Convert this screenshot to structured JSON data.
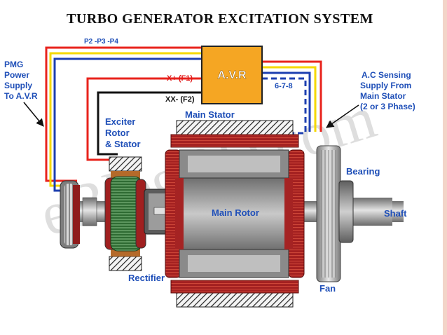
{
  "title": "TURBO  GENERATOR EXCITATION SYSTEM",
  "watermark": "eBlogBD.com",
  "avr": {
    "label": "A.V.R"
  },
  "wires": {
    "pmg_terminals": "P2 -P3 -P4",
    "field_plus": "X+ (F1)",
    "field_minus": "XX- (F2)",
    "sensing_terminals": "6-7-8"
  },
  "labels": {
    "pmg": [
      "PMG",
      "Power",
      "Supply",
      "To A.V.R"
    ],
    "ac_sensing": [
      "A.C Sensing",
      "Supply From",
      "Main Stator",
      "(2 or 3 Phase)"
    ],
    "exciter": [
      "Exciter",
      "Rotor",
      "& Stator"
    ],
    "main_stator": "Main Stator",
    "main_rotor": "Main Rotor",
    "bearing": "Bearing",
    "shaft": "Shaft",
    "rectifier": "Rectifier",
    "fan": "Fan"
  },
  "colors": {
    "pmg_wire_red": "#e8231c",
    "pmg_wire_yellow": "#f5d800",
    "pmg_wire_blue": "#1d3fb0",
    "field_wire": "#111111",
    "sensing_wire": "#1d3fb0",
    "avr_fill": "#f5a623",
    "label_blue": "#1f4fb8",
    "label_red": "#e21a1a",
    "winding_red": "#9e1d1d",
    "rotor_grey": "#8d8d8d"
  }
}
